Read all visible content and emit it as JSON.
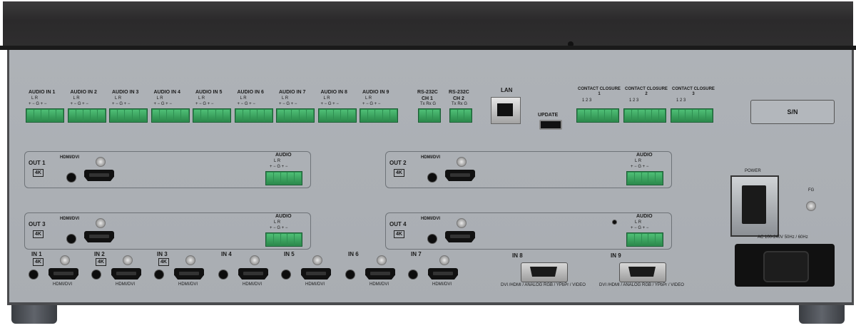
{
  "audio_inputs": [
    "AUDIO IN 1",
    "AUDIO IN 2",
    "AUDIO IN 3",
    "AUDIO IN 4",
    "AUDIO IN 5",
    "AUDIO IN 6",
    "AUDIO IN 7",
    "AUDIO IN 8",
    "AUDIO IN 9"
  ],
  "audio_pins": "+ −  G  + −",
  "audio_lr": "L       R",
  "rs232": [
    {
      "title": "RS-232C",
      "channel": "CH 1",
      "pins": "Tx Rx  G"
    },
    {
      "title": "RS-232C",
      "channel": "CH 2",
      "pins": "Tx Rx  G"
    }
  ],
  "lan_label": "LAN",
  "update_label": "UPDATE",
  "contact_closures": [
    {
      "label": "CONTACT CLOSURE 1",
      "pins": "1   2   3"
    },
    {
      "label": "CONTACT CLOSURE 2",
      "pins": "1   2   3"
    },
    {
      "label": "CONTACT CLOSURE 3",
      "pins": "1   2   3"
    }
  ],
  "sn_label": "S/N",
  "outputs": [
    {
      "label": "OUT 1",
      "badge": "4K",
      "port": "HDMI/DVI",
      "audio": "AUDIO"
    },
    {
      "label": "OUT 2",
      "badge": "4K",
      "port": "HDMI/DVI",
      "audio": "AUDIO"
    },
    {
      "label": "OUT 3",
      "badge": "4K",
      "port": "HDMI/DVI",
      "audio": "AUDIO"
    },
    {
      "label": "OUT 4",
      "badge": "4K",
      "port": "HDMI/DVI",
      "audio": "AUDIO"
    }
  ],
  "inputs_hdmi": [
    {
      "label": "IN 1",
      "badge": "4K",
      "port": "HDMI/DVI"
    },
    {
      "label": "IN 2",
      "badge": "4K",
      "port": "HDMI/DVI"
    },
    {
      "label": "IN 3",
      "badge": "4K",
      "port": "HDMI/DVI"
    },
    {
      "label": "IN 4",
      "badge": "",
      "port": "HDMI/DVI"
    },
    {
      "label": "IN 5",
      "badge": "",
      "port": "HDMI/DVI"
    },
    {
      "label": "IN 6",
      "badge": "",
      "port": "HDMI/DVI"
    },
    {
      "label": "IN 7",
      "badge": "",
      "port": "HDMI/DVI"
    }
  ],
  "inputs_dvi": [
    {
      "label": "IN 8",
      "port": "DVI /HDMI / ANALOG RGB / YPbPr / VIDEO"
    },
    {
      "label": "IN 9",
      "port": "DVI /HDMI / ANALOG RGB / YPbPr / VIDEO"
    }
  ],
  "power_label": "POWER",
  "fg_label": "FG",
  "ac_label": "AC 100-240V 50Hz / 60Hz",
  "colors": {
    "terminal": "#2f8f52",
    "panel": "#abafb4",
    "chassis": "#2f2e2f"
  }
}
